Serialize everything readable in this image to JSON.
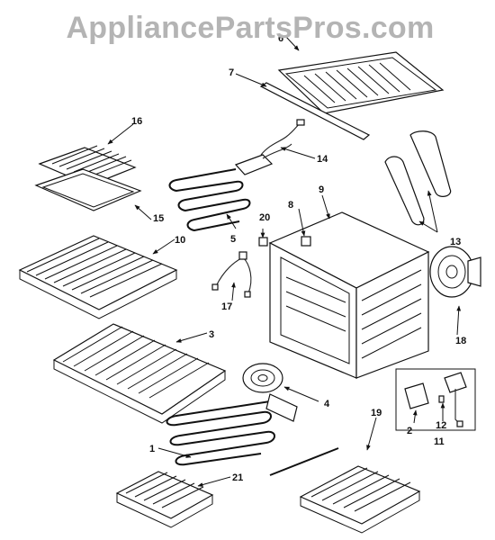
{
  "watermark": "AppliancePartsPros.com",
  "callouts": {
    "p1": "1",
    "p2": "2",
    "p3": "3",
    "p4": "4",
    "p5": "5",
    "p6": "6",
    "p7": "7",
    "p8": "8",
    "p9": "9",
    "p10": "10",
    "p11": "11",
    "p12": "12",
    "p13": "13",
    "p14": "14",
    "p15": "15",
    "p16": "16",
    "p17": "17",
    "p18": "18",
    "p19": "19",
    "p20": "20",
    "p21": "21"
  }
}
